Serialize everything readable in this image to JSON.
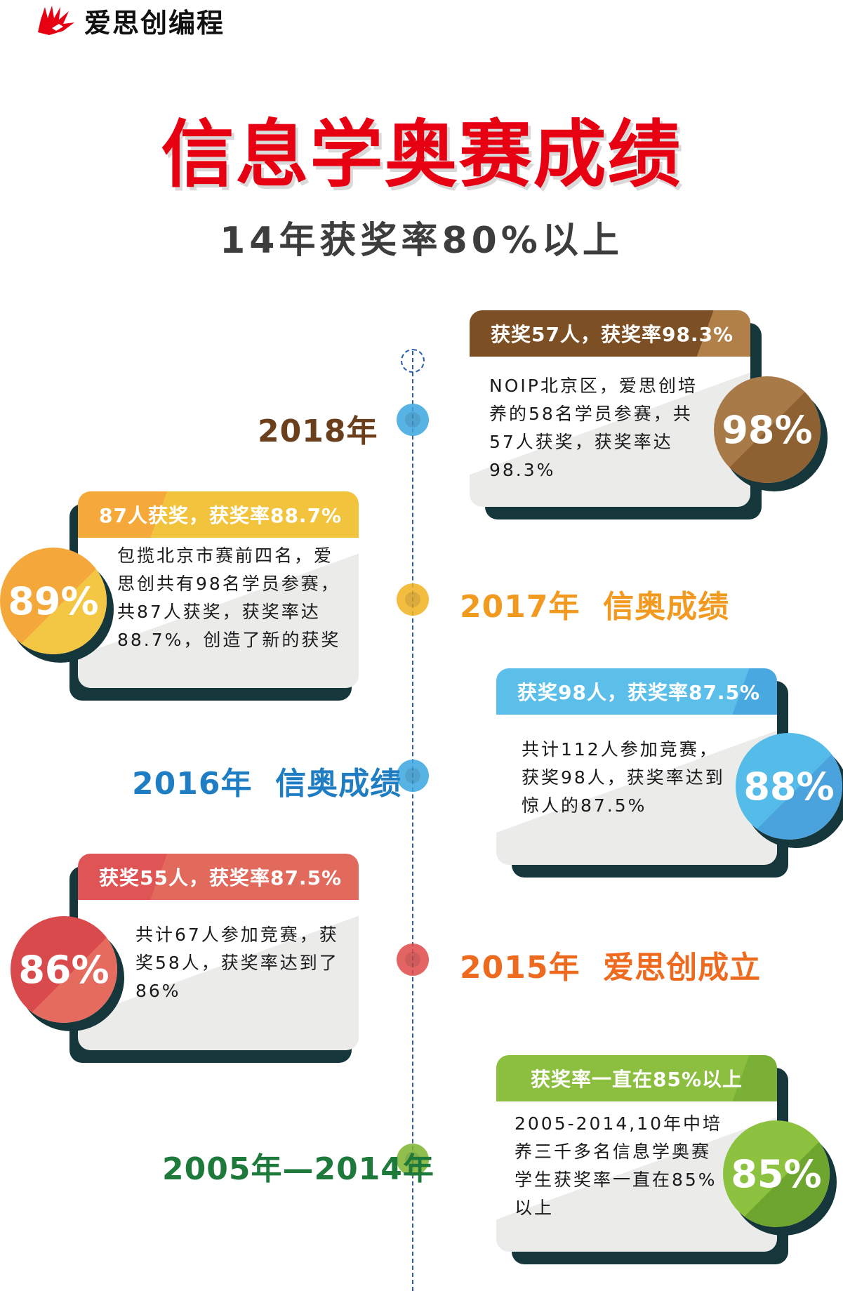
{
  "logo": {
    "text": "爱思创编程"
  },
  "title": "信息学奥赛成绩",
  "subtitle": "14年获奖率80%以上",
  "timeline": [
    {
      "year": "2018年",
      "color": "#6b3f1b",
      "dot": "#3aa6e0",
      "header": "获奖57人，获奖率98.3%",
      "body": "NOIP北京区，爱思创培养的58名学员参赛，共57人获奖，获奖率达98.3%",
      "percent": "98%",
      "head_color": "#7d4f24",
      "head_color2": "#b08048",
      "circle_color": "#a87a47",
      "circle_color2": "#8e6132"
    },
    {
      "year": "2017年  信奥成绩",
      "color": "#f19a1f",
      "dot": "#f2b31f",
      "header": "87人获奖，获奖率88.7%",
      "body": "包揽北京市赛前四名，爱思创共有98名学员参赛，共87人获奖，获奖率达88.7%，创造了新的获奖",
      "percent": "89%",
      "head_color": "#f5a93a",
      "head_color2": "#f2c43e",
      "circle_color": "#f4a73a",
      "circle_color2": "#f3c744"
    },
    {
      "year": "2016年  信奥成绩",
      "color": "#1f7dc4",
      "dot": "#3aa6e0",
      "header": "获奖98人，获奖率87.5%",
      "body": "共计112人参加竞赛，获奖98人，获奖率达到惊人的87.5%",
      "percent": "88%",
      "head_color": "#5bbfea",
      "head_color2": "#4aa8e0",
      "circle_color": "#55bcea",
      "circle_color2": "#4aa3dc"
    },
    {
      "year": "2015年  爱思创成立",
      "color": "#ee6a1f",
      "dot": "#e04a48",
      "header": "获奖55人，获奖率87.5%",
      "body": "共计67人参加竞赛，获奖58人，获奖率达到了86%",
      "percent": "86%",
      "head_color": "#df5556",
      "head_color2": "#e26a5c",
      "circle_color": "#d84a4c",
      "circle_color2": "#e46b5e"
    },
    {
      "year": "2005年—2014年",
      "color": "#1d7a3a",
      "dot": "#7db530",
      "header": "获奖率一直在85%以上",
      "body": "2005-2014,10年中培养三千多名信息学奥赛学生获奖率一直在85%以上",
      "percent": "85%",
      "head_color": "#8cbf3f",
      "head_color2": "#79b035",
      "circle_color": "#8cc23f",
      "circle_color2": "#6ea52f"
    }
  ]
}
